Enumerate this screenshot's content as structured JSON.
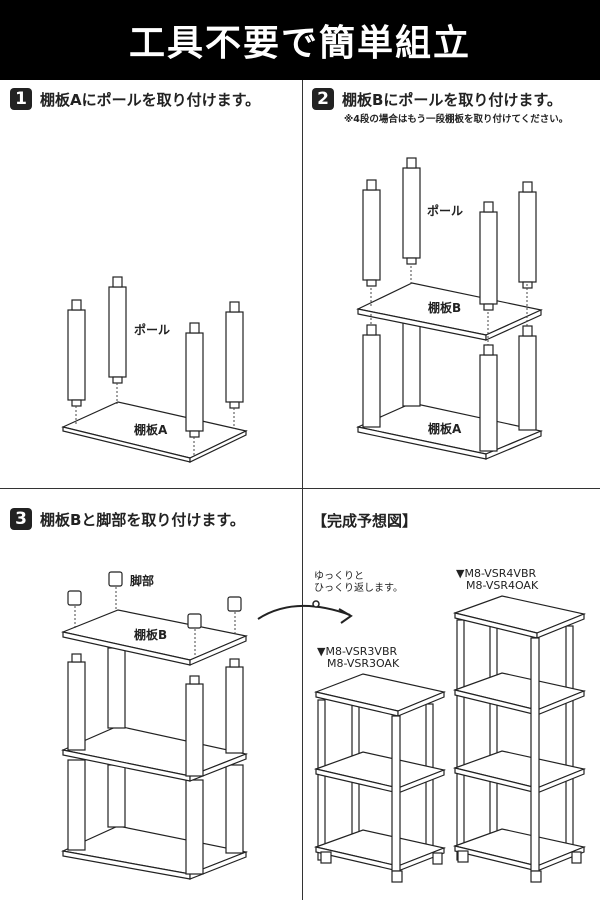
{
  "header": {
    "title": "工具不要で簡単組立"
  },
  "steps": [
    {
      "number": "1",
      "text": "棚板Aにポールを取り付けます。",
      "labels": {
        "pole": "ポール",
        "shelf": "棚板A"
      }
    },
    {
      "number": "2",
      "text": "棚板Bにポールを取り付けます。",
      "note": "※4段の場合はもう一段棚板を取り付けてください。",
      "labels": {
        "pole": "ポール",
        "shelf_b": "棚板B",
        "shelf_a": "棚板A"
      }
    },
    {
      "number": "3",
      "text": "棚板Bと脚部を取り付けます。",
      "labels": {
        "feet": "脚部",
        "shelf_b": "棚板B"
      }
    }
  ],
  "completion": {
    "title": "【完成予想図】",
    "flip_note": [
      "ゆっくりと",
      "ひっくり返します。"
    ],
    "models": [
      {
        "marker": "▼",
        "names": [
          "M8-VSR3VBR",
          "M8-VSR3OAK"
        ],
        "tiers": 3
      },
      {
        "marker": "▼",
        "names": [
          "M8-VSR4VBR",
          "M8-VSR4OAK"
        ],
        "tiers": 4
      }
    ]
  },
  "colors": {
    "header_bg": "#000000",
    "header_text": "#ffffff",
    "line": "#222222"
  }
}
